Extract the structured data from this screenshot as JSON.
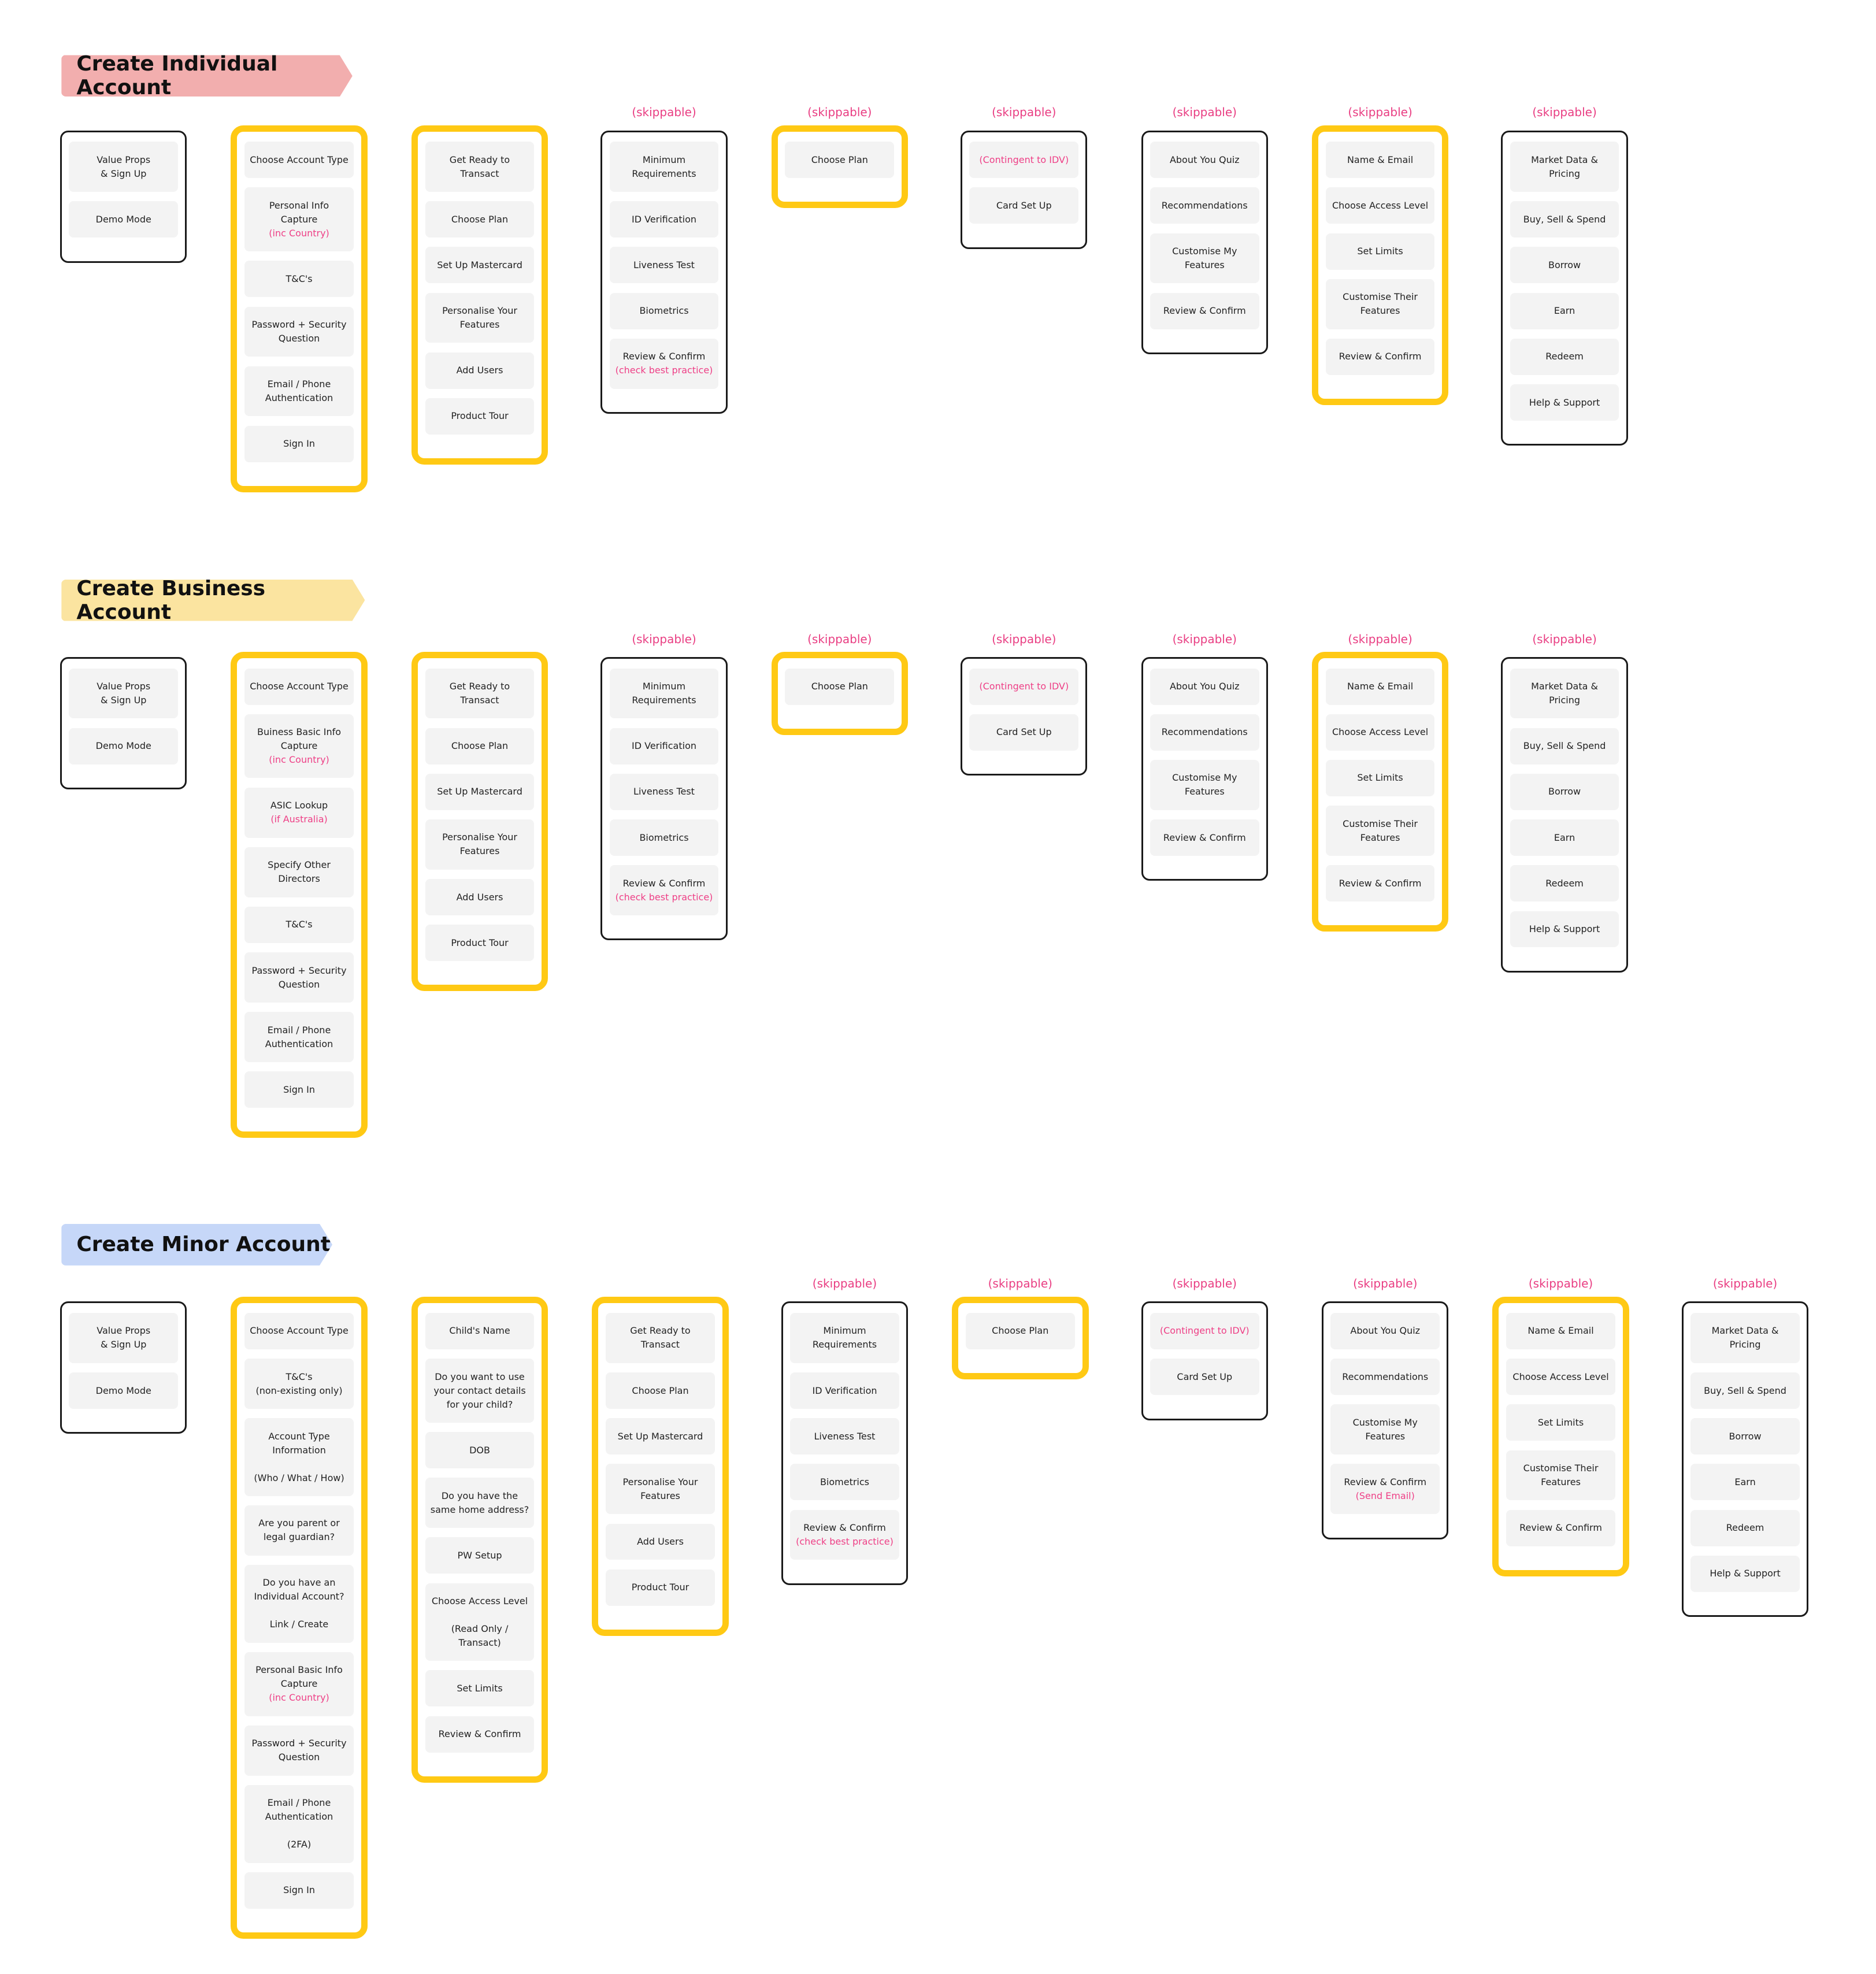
{
  "skip_label": "(skippable)",
  "colors": {
    "individual_tag": "#f2aeae",
    "business_tag": "#fbe4a0",
    "minor_tag": "#c6d7f8",
    "highlight_border": "#ffc914",
    "note_text": "#ee3f86"
  },
  "sections": [
    {
      "title": "Create Individual Account",
      "columns": [
        {
          "highlighted": false,
          "skippable": false,
          "steps": [
            {
              "text": "Value Props\n& Sign Up"
            },
            {
              "text": "Demo Mode"
            }
          ]
        },
        {
          "highlighted": true,
          "skippable": false,
          "steps": [
            {
              "text": "Choose Account Type"
            },
            {
              "text": "Personal Info\nCapture",
              "note": "(inc Country)"
            },
            {
              "text": "T&C's"
            },
            {
              "text": "Password + Security\nQuestion"
            },
            {
              "text": "Email / Phone\nAuthentication"
            },
            {
              "text": "Sign In"
            }
          ]
        },
        {
          "highlighted": true,
          "skippable": false,
          "steps": [
            {
              "text": "Get Ready to\nTransact"
            },
            {
              "text": "Choose Plan"
            },
            {
              "text": "Set Up Mastercard"
            },
            {
              "text": "Personalise Your\nFeatures"
            },
            {
              "text": "Add Users"
            },
            {
              "text": "Product Tour"
            }
          ]
        },
        {
          "highlighted": false,
          "skippable": true,
          "steps": [
            {
              "text": "Minimum\nRequirements"
            },
            {
              "text": "ID Verification"
            },
            {
              "text": "Liveness Test"
            },
            {
              "text": "Biometrics"
            },
            {
              "text": "Review & Confirm",
              "note": "(check best practice)"
            }
          ]
        },
        {
          "highlighted": true,
          "skippable": true,
          "steps": [
            {
              "text": "Choose Plan"
            }
          ]
        },
        {
          "highlighted": false,
          "skippable": true,
          "steps": [
            {
              "text": "",
              "note": "(Contingent to IDV)"
            },
            {
              "text": "Card Set Up"
            }
          ]
        },
        {
          "highlighted": false,
          "skippable": true,
          "steps": [
            {
              "text": "About You Quiz"
            },
            {
              "text": "Recommendations"
            },
            {
              "text": "Customise My\nFeatures"
            },
            {
              "text": "Review & Confirm"
            }
          ]
        },
        {
          "highlighted": true,
          "skippable": true,
          "steps": [
            {
              "text": "Name & Email"
            },
            {
              "text": "Choose Access Level"
            },
            {
              "text": "Set Limits"
            },
            {
              "text": "Customise Their\nFeatures"
            },
            {
              "text": "Review & Confirm"
            }
          ]
        },
        {
          "highlighted": false,
          "skippable": true,
          "steps": [
            {
              "text": "Market Data &\nPricing"
            },
            {
              "text": "Buy, Sell & Spend"
            },
            {
              "text": "Borrow"
            },
            {
              "text": "Earn"
            },
            {
              "text": "Redeem"
            },
            {
              "text": "Help & Support"
            }
          ]
        }
      ]
    },
    {
      "title": "Create Business Account",
      "columns": [
        {
          "highlighted": false,
          "skippable": false,
          "steps": [
            {
              "text": "Value Props\n& Sign Up"
            },
            {
              "text": "Demo Mode"
            }
          ]
        },
        {
          "highlighted": true,
          "skippable": false,
          "steps": [
            {
              "text": "Choose Account Type"
            },
            {
              "text": "Buiness Basic Info\nCapture",
              "note": "(inc Country)"
            },
            {
              "text": "ASIC Lookup",
              "note": "(if Australia)"
            },
            {
              "text": "Specify Other\nDirectors"
            },
            {
              "text": "T&C's"
            },
            {
              "text": "Password + Security\nQuestion"
            },
            {
              "text": "Email / Phone\nAuthentication"
            },
            {
              "text": "Sign In"
            }
          ]
        },
        {
          "highlighted": true,
          "skippable": false,
          "steps": [
            {
              "text": "Get Ready to\nTransact"
            },
            {
              "text": "Choose Plan"
            },
            {
              "text": "Set Up Mastercard"
            },
            {
              "text": "Personalise Your\nFeatures"
            },
            {
              "text": "Add Users"
            },
            {
              "text": "Product Tour"
            }
          ]
        },
        {
          "highlighted": false,
          "skippable": true,
          "steps": [
            {
              "text": "Minimum\nRequirements"
            },
            {
              "text": "ID Verification"
            },
            {
              "text": "Liveness Test"
            },
            {
              "text": "Biometrics"
            },
            {
              "text": "Review & Confirm",
              "note": "(check best practice)"
            }
          ]
        },
        {
          "highlighted": true,
          "skippable": true,
          "steps": [
            {
              "text": "Choose Plan"
            }
          ]
        },
        {
          "highlighted": false,
          "skippable": true,
          "steps": [
            {
              "text": "",
              "note": "(Contingent to IDV)"
            },
            {
              "text": "Card Set Up"
            }
          ]
        },
        {
          "highlighted": false,
          "skippable": true,
          "steps": [
            {
              "text": "About You Quiz"
            },
            {
              "text": "Recommendations"
            },
            {
              "text": "Customise My\nFeatures"
            },
            {
              "text": "Review & Confirm"
            }
          ]
        },
        {
          "highlighted": true,
          "skippable": true,
          "steps": [
            {
              "text": "Name & Email"
            },
            {
              "text": "Choose Access Level"
            },
            {
              "text": "Set Limits"
            },
            {
              "text": "Customise Their\nFeatures"
            },
            {
              "text": "Review & Confirm"
            }
          ]
        },
        {
          "highlighted": false,
          "skippable": true,
          "steps": [
            {
              "text": "Market Data &\nPricing"
            },
            {
              "text": "Buy, Sell & Spend"
            },
            {
              "text": "Borrow"
            },
            {
              "text": "Earn"
            },
            {
              "text": "Redeem"
            },
            {
              "text": "Help & Support"
            }
          ]
        }
      ]
    },
    {
      "title": "Create Minor Account",
      "columns": [
        {
          "highlighted": false,
          "skippable": false,
          "steps": [
            {
              "text": "Value Props\n& Sign Up"
            },
            {
              "text": "Demo Mode"
            }
          ]
        },
        {
          "highlighted": true,
          "skippable": false,
          "steps": [
            {
              "text": "Choose Account Type"
            },
            {
              "text": "T&C's\n(non-existing only)"
            },
            {
              "text": "Account Type\nInformation\n\n(Who / What / How)"
            },
            {
              "text": "Are you parent or\nlegal guardian?"
            },
            {
              "text": "Do you have an\nIndividual Account?\n\nLink / Create"
            },
            {
              "text": "Personal Basic Info\nCapture",
              "note": "(inc Country)"
            },
            {
              "text": "Password + Security\nQuestion"
            },
            {
              "text": "Email / Phone\nAuthentication\n\n(2FA)"
            },
            {
              "text": "Sign In"
            }
          ]
        },
        {
          "highlighted": true,
          "skippable": false,
          "steps": [
            {
              "text": "Child's Name"
            },
            {
              "text": "Do you want to use\nyour contact details\nfor your child?"
            },
            {
              "text": "DOB"
            },
            {
              "text": "Do you have the\nsame home address?"
            },
            {
              "text": "PW Setup"
            },
            {
              "text": "Choose Access Level\n\n(Read Only /\nTransact)"
            },
            {
              "text": "Set Limits"
            },
            {
              "text": "Review & Confirm"
            }
          ]
        },
        {
          "highlighted": true,
          "skippable": false,
          "steps": [
            {
              "text": "Get Ready to\nTransact"
            },
            {
              "text": "Choose Plan"
            },
            {
              "text": "Set Up Mastercard"
            },
            {
              "text": "Personalise Your\nFeatures"
            },
            {
              "text": "Add Users"
            },
            {
              "text": "Product Tour"
            }
          ]
        },
        {
          "highlighted": false,
          "skippable": true,
          "steps": [
            {
              "text": "Minimum\nRequirements"
            },
            {
              "text": "ID Verification"
            },
            {
              "text": "Liveness Test"
            },
            {
              "text": "Biometrics"
            },
            {
              "text": "Review & Confirm",
              "note": "(check best practice)"
            }
          ]
        },
        {
          "highlighted": true,
          "skippable": true,
          "steps": [
            {
              "text": "Choose Plan"
            }
          ]
        },
        {
          "highlighted": false,
          "skippable": true,
          "steps": [
            {
              "text": "",
              "note": "(Contingent to IDV)"
            },
            {
              "text": "Card Set Up"
            }
          ]
        },
        {
          "highlighted": false,
          "skippable": true,
          "steps": [
            {
              "text": "About You Quiz"
            },
            {
              "text": "Recommendations"
            },
            {
              "text": "Customise My\nFeatures"
            },
            {
              "text": "Review & Confirm",
              "note": "(Send Email)"
            }
          ]
        },
        {
          "highlighted": true,
          "skippable": true,
          "steps": [
            {
              "text": "Name & Email"
            },
            {
              "text": "Choose Access Level"
            },
            {
              "text": "Set Limits"
            },
            {
              "text": "Customise Their\nFeatures"
            },
            {
              "text": "Review & Confirm"
            }
          ]
        },
        {
          "highlighted": false,
          "skippable": true,
          "steps": [
            {
              "text": "Market Data &\nPricing"
            },
            {
              "text": "Buy, Sell & Spend"
            },
            {
              "text": "Borrow"
            },
            {
              "text": "Earn"
            },
            {
              "text": "Redeem"
            },
            {
              "text": "Help & Support"
            }
          ]
        }
      ]
    }
  ]
}
